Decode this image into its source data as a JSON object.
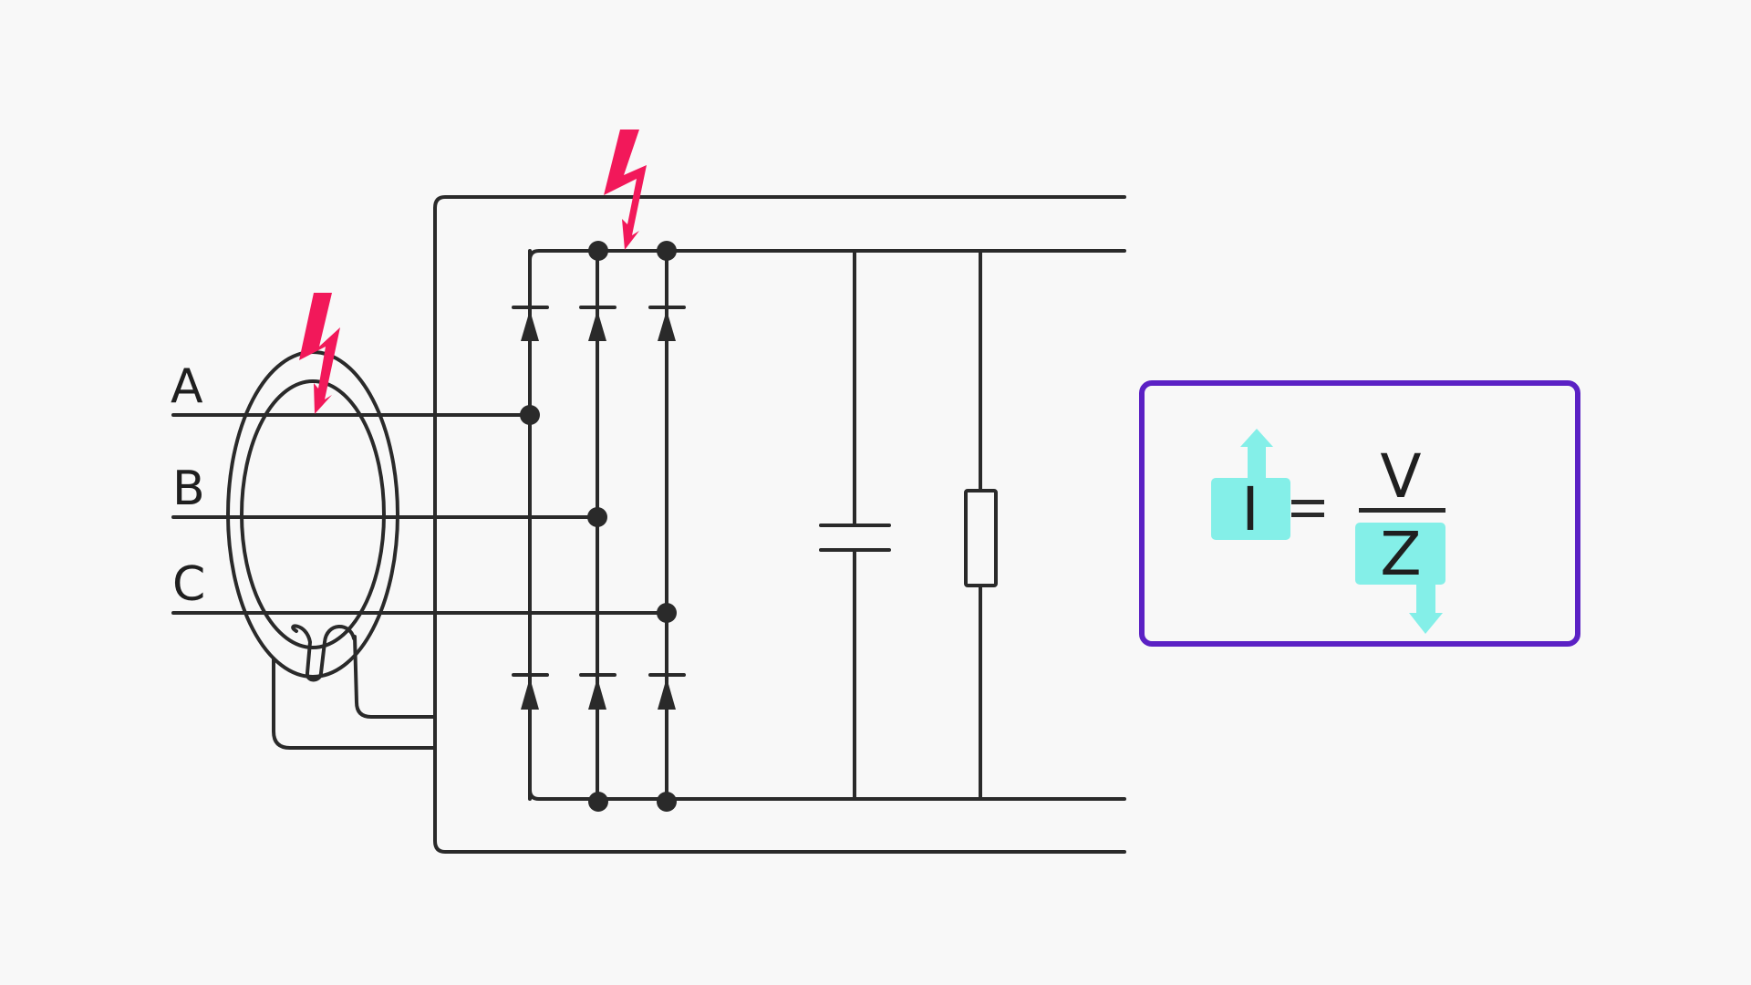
{
  "diagram": {
    "phases": [
      "A",
      "B",
      "C"
    ],
    "formula": {
      "current_symbol": "I",
      "equals": "=",
      "voltage_symbol": "V",
      "impedance_symbol": "Z",
      "current_trend": "increase",
      "impedance_trend": "decrease"
    },
    "colors": {
      "wire": "#2a2a2a",
      "fault": "#f2185a",
      "highlight": "#84efe8",
      "formula_border": "#5b21c4",
      "background": "#f8f8f8"
    },
    "icons": {
      "fault": "lightning-bolt-icon",
      "increase": "arrow-up-icon",
      "decrease": "arrow-down-icon"
    }
  }
}
